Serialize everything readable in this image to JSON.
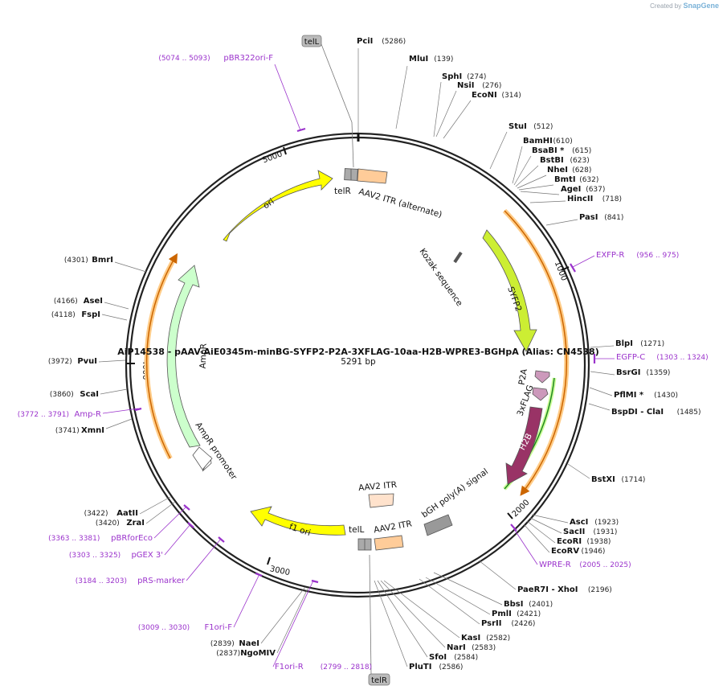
{
  "credit": {
    "prefix": "Created by",
    "brand": "SnapGene"
  },
  "title": "AiP14538 - pAAV-AiE0345m-minBG-SYFP2-P2A-3XFLAG-10aa-H2B-WPRE3-BGHpA (Alias: CN4538)",
  "length_label": "5291 bp",
  "ticks": [
    "1000",
    "2000",
    "3000",
    "4000",
    "5000"
  ],
  "telomere_labels": [
    "telL",
    "telR"
  ],
  "features": {
    "itr_top_telR": "telR",
    "itr_top": "AAV2 ITR (alternate)",
    "kozak": "Kozak sequence",
    "syfp2": "SYFP2",
    "p2a": "P2A",
    "flag": "3xFLAG",
    "h2b": "H2B",
    "bgh": "bGH poly(A) signal",
    "itr_bottom_free": "AAV2 ITR",
    "itr_bottom_telL": "telL",
    "itr_bottom": "AAV2 ITR",
    "f1ori": "f1 ori",
    "ampr_promoter": "AmpR promoter",
    "ampr": "AmpR",
    "ori": "ori"
  },
  "enzymes": [
    {
      "name": "PciI",
      "pos": "(5286)"
    },
    {
      "name": "MluI",
      "pos": "(139)"
    },
    {
      "name": "SphI",
      "pos": "(274)"
    },
    {
      "name": "NsiI",
      "pos": "(276)"
    },
    {
      "name": "EcoNI",
      "pos": "(314)"
    },
    {
      "name": "StuI",
      "pos": "(512)"
    },
    {
      "name": "BamHI",
      "pos": "(610)"
    },
    {
      "name": "BsaBI *",
      "pos": "(615)"
    },
    {
      "name": "BstBI",
      "pos": "(623)"
    },
    {
      "name": "NheI",
      "pos": "(628)"
    },
    {
      "name": "BmtI",
      "pos": "(632)"
    },
    {
      "name": "AgeI",
      "pos": "(637)"
    },
    {
      "name": "HincII",
      "pos": "(718)"
    },
    {
      "name": "PasI",
      "pos": "(841)"
    },
    {
      "name": "BlpI",
      "pos": "(1271)"
    },
    {
      "name": "BsrGI",
      "pos": "(1359)"
    },
    {
      "name": "PflMI *",
      "pos": "(1430)"
    },
    {
      "name": "BspDI - ClaI",
      "pos": "(1485)"
    },
    {
      "name": "BstXI",
      "pos": "(1714)"
    },
    {
      "name": "AscI",
      "pos": "(1923)"
    },
    {
      "name": "SacII",
      "pos": "(1931)"
    },
    {
      "name": "EcoRI",
      "pos": "(1938)"
    },
    {
      "name": "EcoRV",
      "pos": "(1946)"
    },
    {
      "name": "PaeR7I - XhoI",
      "pos": "(2196)"
    },
    {
      "name": "BbsI",
      "pos": "(2401)"
    },
    {
      "name": "PmlI",
      "pos": "(2421)"
    },
    {
      "name": "PsrII",
      "pos": "(2426)"
    },
    {
      "name": "KasI",
      "pos": "(2582)"
    },
    {
      "name": "NarI",
      "pos": "(2583)"
    },
    {
      "name": "SfoI",
      "pos": "(2584)"
    },
    {
      "name": "PluTI",
      "pos": "(2586)"
    },
    {
      "name": "NaeI",
      "pos": "(2839)"
    },
    {
      "name": "NgoMIV",
      "pos": "(2837)"
    },
    {
      "name": "AatII",
      "pos": "(3422)"
    },
    {
      "name": "ZraI",
      "pos": "(3420)"
    },
    {
      "name": "XmnI",
      "pos": "(3741)"
    },
    {
      "name": "ScaI",
      "pos": "(3860)"
    },
    {
      "name": "PvuI",
      "pos": "(3972)"
    },
    {
      "name": "FspI",
      "pos": "(4118)"
    },
    {
      "name": "AseI",
      "pos": "(4166)"
    },
    {
      "name": "BmrI",
      "pos": "(4301)"
    }
  ],
  "primers": [
    {
      "name": "pBR322ori-F",
      "pos": "(5074 .. 5093)"
    },
    {
      "name": "EXFP-R",
      "pos": "(956 .. 975)"
    },
    {
      "name": "EGFP-C",
      "pos": "(1303 .. 1324)"
    },
    {
      "name": "WPRE-R",
      "pos": "(2005 .. 2025)"
    },
    {
      "name": "Amp-R",
      "pos": "(3772 .. 3791)"
    },
    {
      "name": "pBRforEco",
      "pos": "(3363 .. 3381)"
    },
    {
      "name": "pGEX 3'",
      "pos": "(3303 .. 3325)"
    },
    {
      "name": "pRS-marker",
      "pos": "(3184 .. 3203)"
    },
    {
      "name": "F1ori-F",
      "pos": "(3009 .. 3030)"
    },
    {
      "name": "F1ori-R",
      "pos": "(2799 .. 2818)"
    }
  ],
  "colors": {
    "backbone": "#222222",
    "primer": "#9b33cc",
    "itr": "#ffcc99",
    "tel": "#aaaaaa",
    "syfp2": "#ccee33",
    "p2a": "#cc99bb",
    "h2b": "#993366",
    "bgh": "#999999",
    "f1ori": "#ffff00",
    "ori": "#ffff00",
    "ampr": "#ccffcc",
    "orf_outline": "#cc6600",
    "orf_green": "#228822"
  }
}
